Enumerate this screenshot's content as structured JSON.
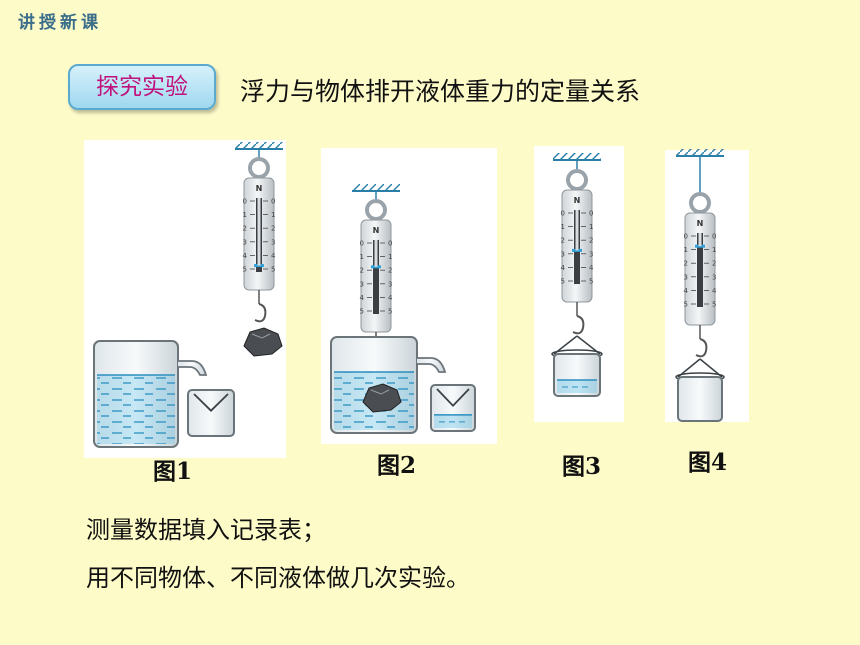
{
  "section_tag": "讲授新课",
  "badge": "探究实验",
  "heading": "浮力与物体排开液体重力的定量关系",
  "figures": [
    "图1",
    "图2",
    "图3",
    "图4"
  ],
  "scale_unit": "N",
  "scale_ticks": [
    "0",
    "1",
    "2",
    "3",
    "4",
    "5"
  ],
  "notes": [
    "测量数据填入记录表；",
    "用不同物体、不同液体做几次实验。"
  ],
  "colors": {
    "background": "#fdfbc8",
    "tag_text": "#3a6e8a",
    "badge_text": "#c0127c",
    "water": "#6cc5e8"
  }
}
